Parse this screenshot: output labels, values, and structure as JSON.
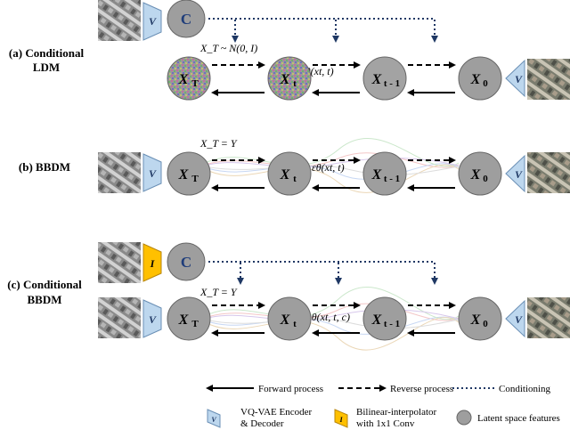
{
  "panels": {
    "a": {
      "label_line1": "(a) Conditional",
      "label_line2": "LDM",
      "equation_xt": "X_T ~ N(0, I)",
      "eps": "εθ(xt, t)",
      "cond_node": "C",
      "encoder": "V",
      "decoder": "V",
      "nodes": [
        {
          "main": "X",
          "sub": "T"
        },
        {
          "main": "X",
          "sub": "t"
        },
        {
          "main": "X",
          "sub": "t - 1"
        },
        {
          "main": "X",
          "sub": "0"
        }
      ]
    },
    "b": {
      "label": "(b) BBDM",
      "equation_xt": "X_T = Y",
      "eps": "εθ(xt, t)",
      "encoder": "V",
      "decoder": "V",
      "nodes": [
        {
          "main": "X",
          "sub": "T"
        },
        {
          "main": "X",
          "sub": "t"
        },
        {
          "main": "X",
          "sub": "t - 1"
        },
        {
          "main": "X",
          "sub": "0"
        }
      ]
    },
    "c": {
      "label_line1": "(c) Conditional",
      "label_line2": "BBDM",
      "equation_xt": "X_T = Y",
      "eps": "εθ(xt, t, c)",
      "cond_node": "C",
      "interp": "I",
      "encoder": "V",
      "decoder": "V",
      "nodes": [
        {
          "main": "X",
          "sub": "T"
        },
        {
          "main": "X",
          "sub": "t"
        },
        {
          "main": "X",
          "sub": "t - 1"
        },
        {
          "main": "X",
          "sub": "0"
        }
      ]
    }
  },
  "legend": {
    "forward": "Forward process",
    "reverse": "Reverse process",
    "conditioning": "Conditioning",
    "vq_line1": "VQ-VAE Encoder",
    "vq_line2": "& Decoder",
    "vq_icon": "V",
    "bil_line1": "Bilinear-interpolator",
    "bil_line2": "with 1x1 Conv",
    "bil_icon": "I",
    "latent": "Latent space features"
  },
  "colors": {
    "node_fill": "#9e9e9e",
    "vq_fill": "#bdd7ee",
    "interp_fill": "#ffc000",
    "cond_text": "#1f3d7a",
    "conditioning_line": "#1f3864"
  }
}
